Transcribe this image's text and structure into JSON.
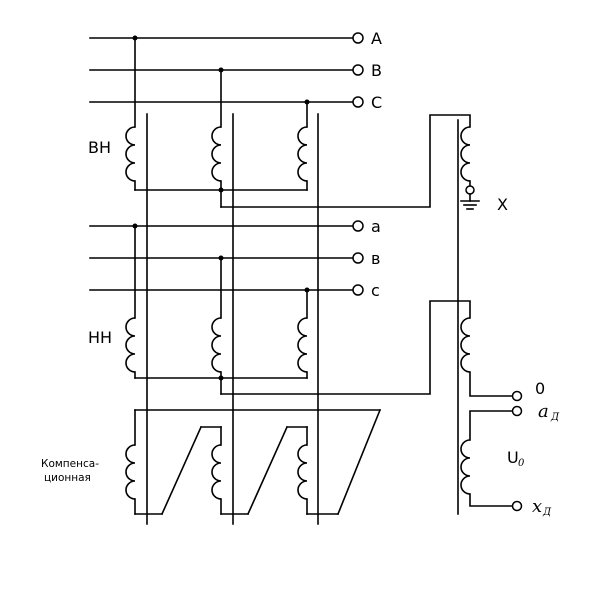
{
  "labels": {
    "terminal_A": "A",
    "terminal_B": "B",
    "terminal_C": "C",
    "terminal_a": "a",
    "terminal_b": "в",
    "terminal_c": "c",
    "winding_hv": "ВН",
    "winding_lv": "НН",
    "winding_comp_line1": "Компенса-",
    "winding_comp_line2": "ционная",
    "terminal_X": "X",
    "terminal_0": "0",
    "terminal_ad": "a",
    "terminal_ad_sub": "Д",
    "terminal_xd": "x",
    "terminal_xd_sub": "Д",
    "voltage_U0": "U",
    "voltage_U0_sub": "0"
  }
}
